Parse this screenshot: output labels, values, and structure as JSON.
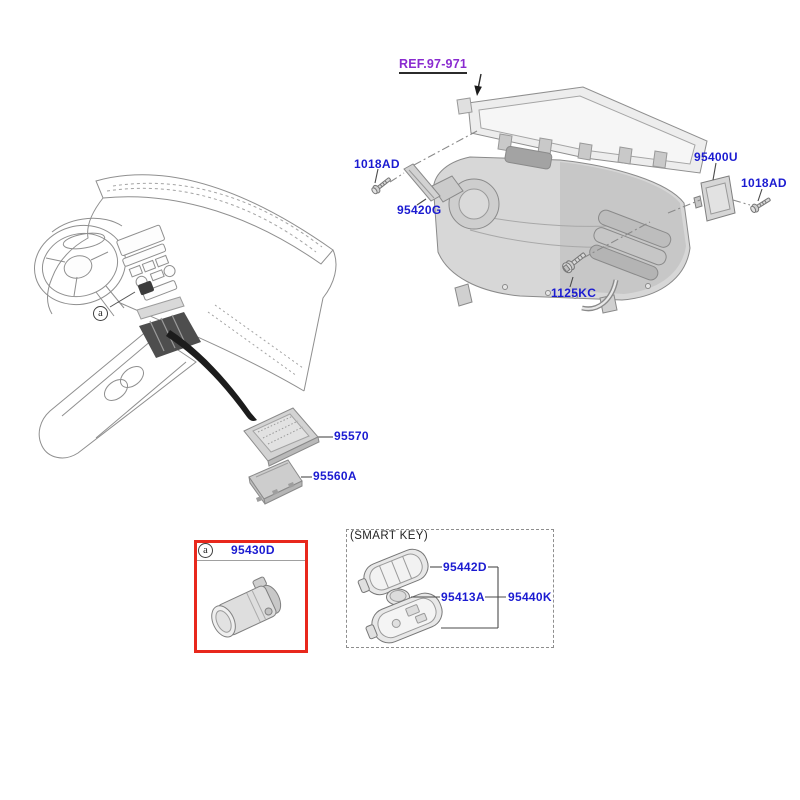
{
  "colors": {
    "part_label": "#1b1bd1",
    "ref_label": "#8a2bd0",
    "highlight_box": "#e8281c"
  },
  "hvac_section": {
    "ref_label": "REF.97-971",
    "bolt_left_label": "1018AD",
    "aspirator_label": "95420G",
    "controller_label": "95400U",
    "bolt_right_label": "1018AD",
    "bolt_lower_label": "1125KC"
  },
  "dashboard_section": {
    "marker_label": "a",
    "filter_cover_label": "95570",
    "filter_label": "95560A"
  },
  "outlet_panel": {
    "marker_label": "a",
    "part_label": "95430D"
  },
  "smart_key_panel": {
    "title": "(SMART KEY)",
    "upper_cover_label": "95442D",
    "battery_label": "95413A",
    "assembly_label": "95440K"
  }
}
